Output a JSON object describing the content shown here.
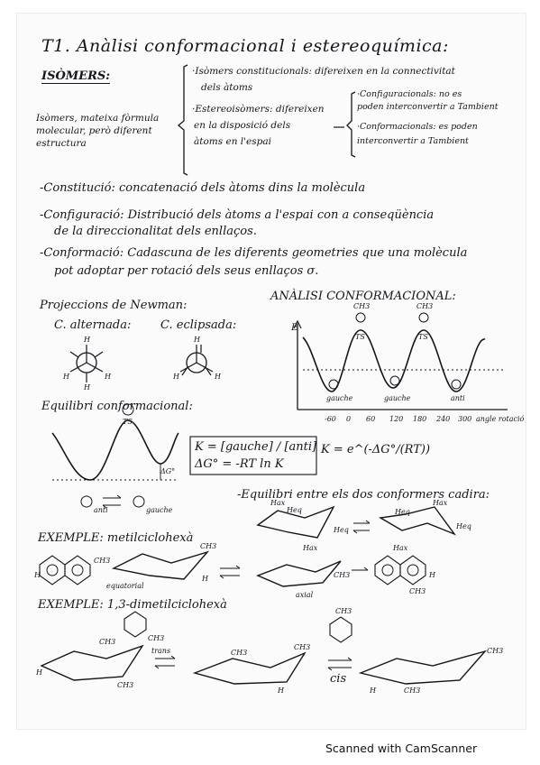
{
  "title": "T1. Anàlisi conformacional i estereoquímica:",
  "isomers": {
    "heading": "ISÒMERS:",
    "definition": [
      "Isòmers, mateixa fòrmula",
      "molecular, però diferent",
      "estructura"
    ],
    "constitutional": [
      "·Isòmers constitucionals: difereixen en la connectivitat",
      "dels àtoms"
    ],
    "stereo": [
      "·Estereoisòmers: difereixen",
      "en la disposició dels",
      "àtoms en l'espai"
    ],
    "configurational": [
      "·Configuracionals: no es",
      "poden interconvertir a Tambient"
    ],
    "conformational": [
      "·Conformacionals: es poden",
      "interconvertir a Tambient"
    ]
  },
  "definitions": {
    "constitucio": "-Constitució: concatenació dels àtoms dins la molècula",
    "configuracio": [
      "-Configuració: Distribució dels àtoms a l'espai con a conseqüència",
      "de la direccionalitat dels enllaços."
    ],
    "conformacio": [
      "-Conformació: Cadascuna de les diferents geometries que una molècula",
      "pot adoptar per rotació dels seus enllaços σ."
    ]
  },
  "newman": {
    "heading": "Projeccions de Newman:",
    "staggered": "C. alternada:",
    "eclipsed": "C. eclipsada:",
    "atom_label": "H"
  },
  "conformational_analysis": {
    "heading": "ANÀLISI CONFORMACIONAL:",
    "energy_label": "E",
    "ts_label": "TS",
    "x_ticks": [
      "-60",
      "0",
      "60",
      "120",
      "180",
      "240",
      "300"
    ],
    "x_axis_label": "angle rotació",
    "gauche": "gauche",
    "anti": "anti",
    "methyl": "CH3"
  },
  "equilibrium": {
    "heading": "Equilibri conformacional:",
    "delta_g_label": "ΔG°",
    "ts_label": "TS",
    "anti": "anti",
    "gauche": "gauche",
    "formula_k": "K = [gauche] / [anti]",
    "formula_g": "ΔG° = -RT ln K",
    "formula_exp": "K = e^(-ΔG°/(RT))",
    "chair_heading": "-Equilibri entre els dos conformers cadira:",
    "hax": "Hax",
    "heq": "Heq"
  },
  "example1": {
    "heading": "EXEMPLE: metilciclohexà",
    "equatorial": "equatorial",
    "axial": "axial",
    "methyl": "CH3",
    "h": "H"
  },
  "example2": {
    "heading": "EXEMPLE: 1,3-dimetilciclohexà",
    "trans": "trans",
    "cis": "cis",
    "methyl": "CH3",
    "h": "H"
  },
  "footer": "Scanned with CamScanner"
}
